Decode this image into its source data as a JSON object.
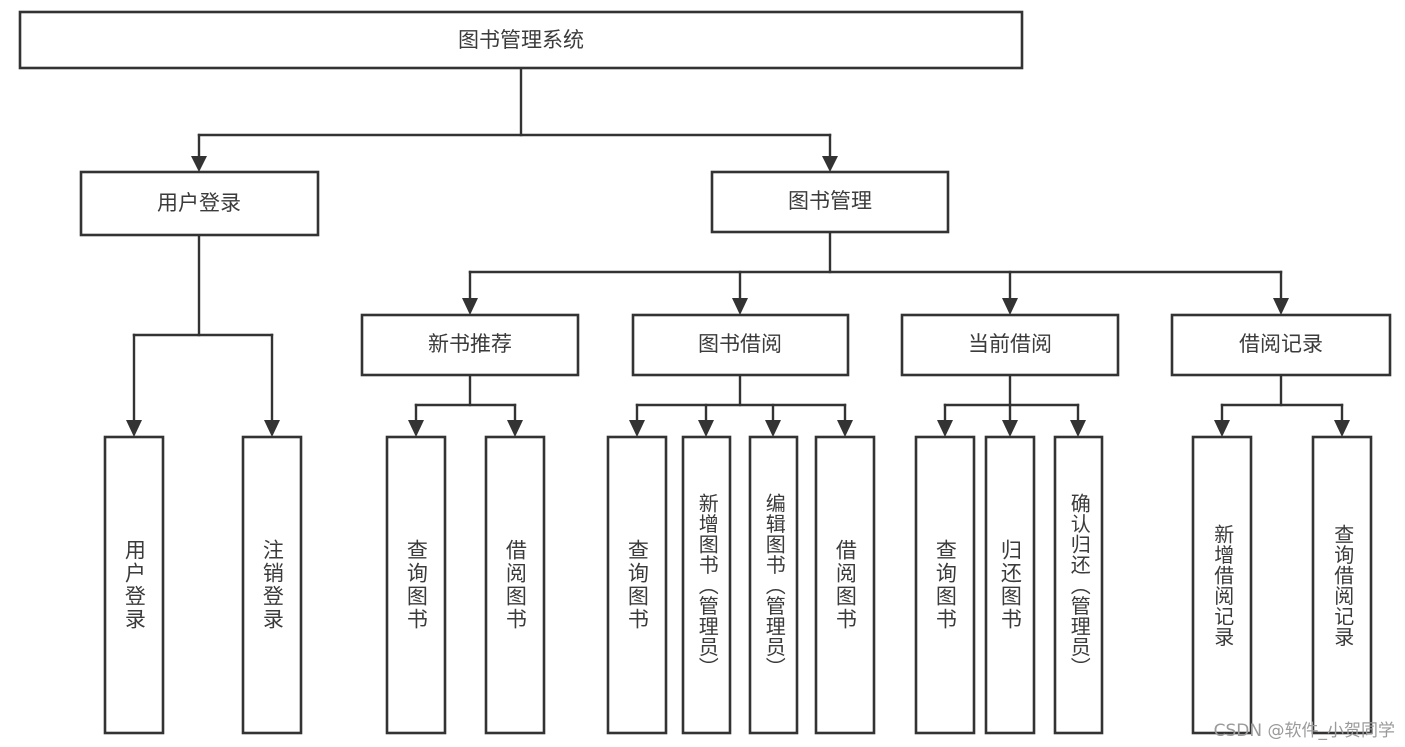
{
  "diagram": {
    "title": "图书管理系统",
    "type": "tree",
    "orientation": "top-down",
    "colors": {
      "box_fill": "#ffffff",
      "box_stroke": "#333333",
      "text": "#3b3b3b",
      "watermark": "#9a9a9a",
      "background": "#ffffff"
    },
    "nodes": {
      "root": {
        "label": "图书管理系统",
        "level": 1
      },
      "user_login": {
        "label": "用户登录",
        "level": 2
      },
      "book_manage": {
        "label": "图书管理",
        "level": 2
      },
      "new_book_rec": {
        "label": "新书推荐",
        "level": 3
      },
      "book_borrow": {
        "label": "图书借阅",
        "level": 3
      },
      "current_borrow": {
        "label": "当前借阅",
        "level": 3
      },
      "borrow_record": {
        "label": "借阅记录",
        "level": 3
      },
      "leaf_user_login": {
        "label": "用户登录",
        "level": 4
      },
      "leaf_logout": {
        "label": "注销登录",
        "level": 4
      },
      "leaf_query_book_a": {
        "label": "查询图书",
        "level": 4
      },
      "leaf_borrow_book_a": {
        "label": "借阅图书",
        "level": 4
      },
      "leaf_query_book_b": {
        "label": "查询图书",
        "level": 4
      },
      "leaf_add_book_admin": {
        "label": "新增图书（管理员）",
        "level": 4
      },
      "leaf_edit_book_admin": {
        "label": "编辑图书（管理员）",
        "level": 4
      },
      "leaf_borrow_book_b": {
        "label": "借阅图书",
        "level": 4
      },
      "leaf_query_book_c": {
        "label": "查询图书",
        "level": 4
      },
      "leaf_return_book": {
        "label": "归还图书",
        "level": 4
      },
      "leaf_confirm_return_admin": {
        "label": "确认归还（管理员）",
        "level": 4
      },
      "leaf_add_record": {
        "label": "新增借阅记录",
        "level": 4
      },
      "leaf_query_record": {
        "label": "查询借阅记录",
        "level": 4
      }
    }
  },
  "watermark": {
    "text": "CSDN @软件_小贺同学"
  }
}
